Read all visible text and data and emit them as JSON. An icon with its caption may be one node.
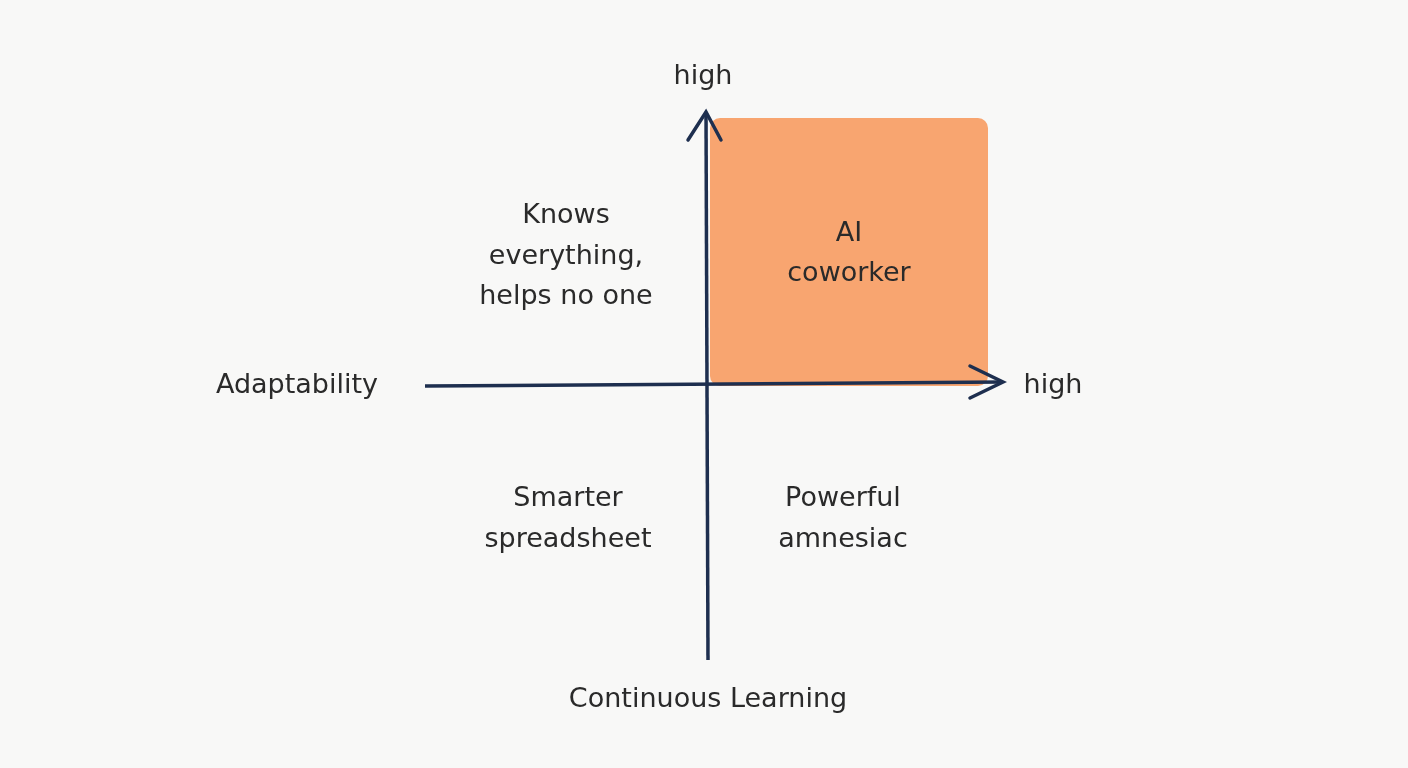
{
  "diagram": {
    "nodes": [
      {
        "text": [
          "AI coworker"
        ]
      }
    ],
    "labels": [
      "high",
      "Knows everything, helps no one",
      "Adaptability",
      "high",
      "Smarter spreadsheet",
      "Powerful amnesiac",
      "Continuous Learning"
    ]
  }
}
